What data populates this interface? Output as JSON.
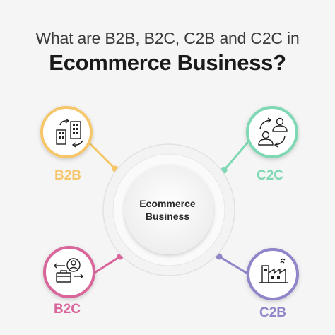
{
  "title": {
    "line1": "What are B2B, B2C, C2B and C2C in",
    "line2": "Ecommerce Business?"
  },
  "center": {
    "line1": "Ecommerce",
    "line2": "Business"
  },
  "nodes": {
    "b2b": {
      "label": "B2B",
      "color": "#f6c66a",
      "icon": "buildings-exchange-icon"
    },
    "c2c": {
      "label": "C2C",
      "color": "#7fd8b4",
      "icon": "users-exchange-icon"
    },
    "b2c": {
      "label": "B2C",
      "color": "#d9669a",
      "icon": "person-briefcase-icon"
    },
    "c2b": {
      "label": "C2B",
      "color": "#8f86c9",
      "icon": "factory-icon"
    }
  }
}
